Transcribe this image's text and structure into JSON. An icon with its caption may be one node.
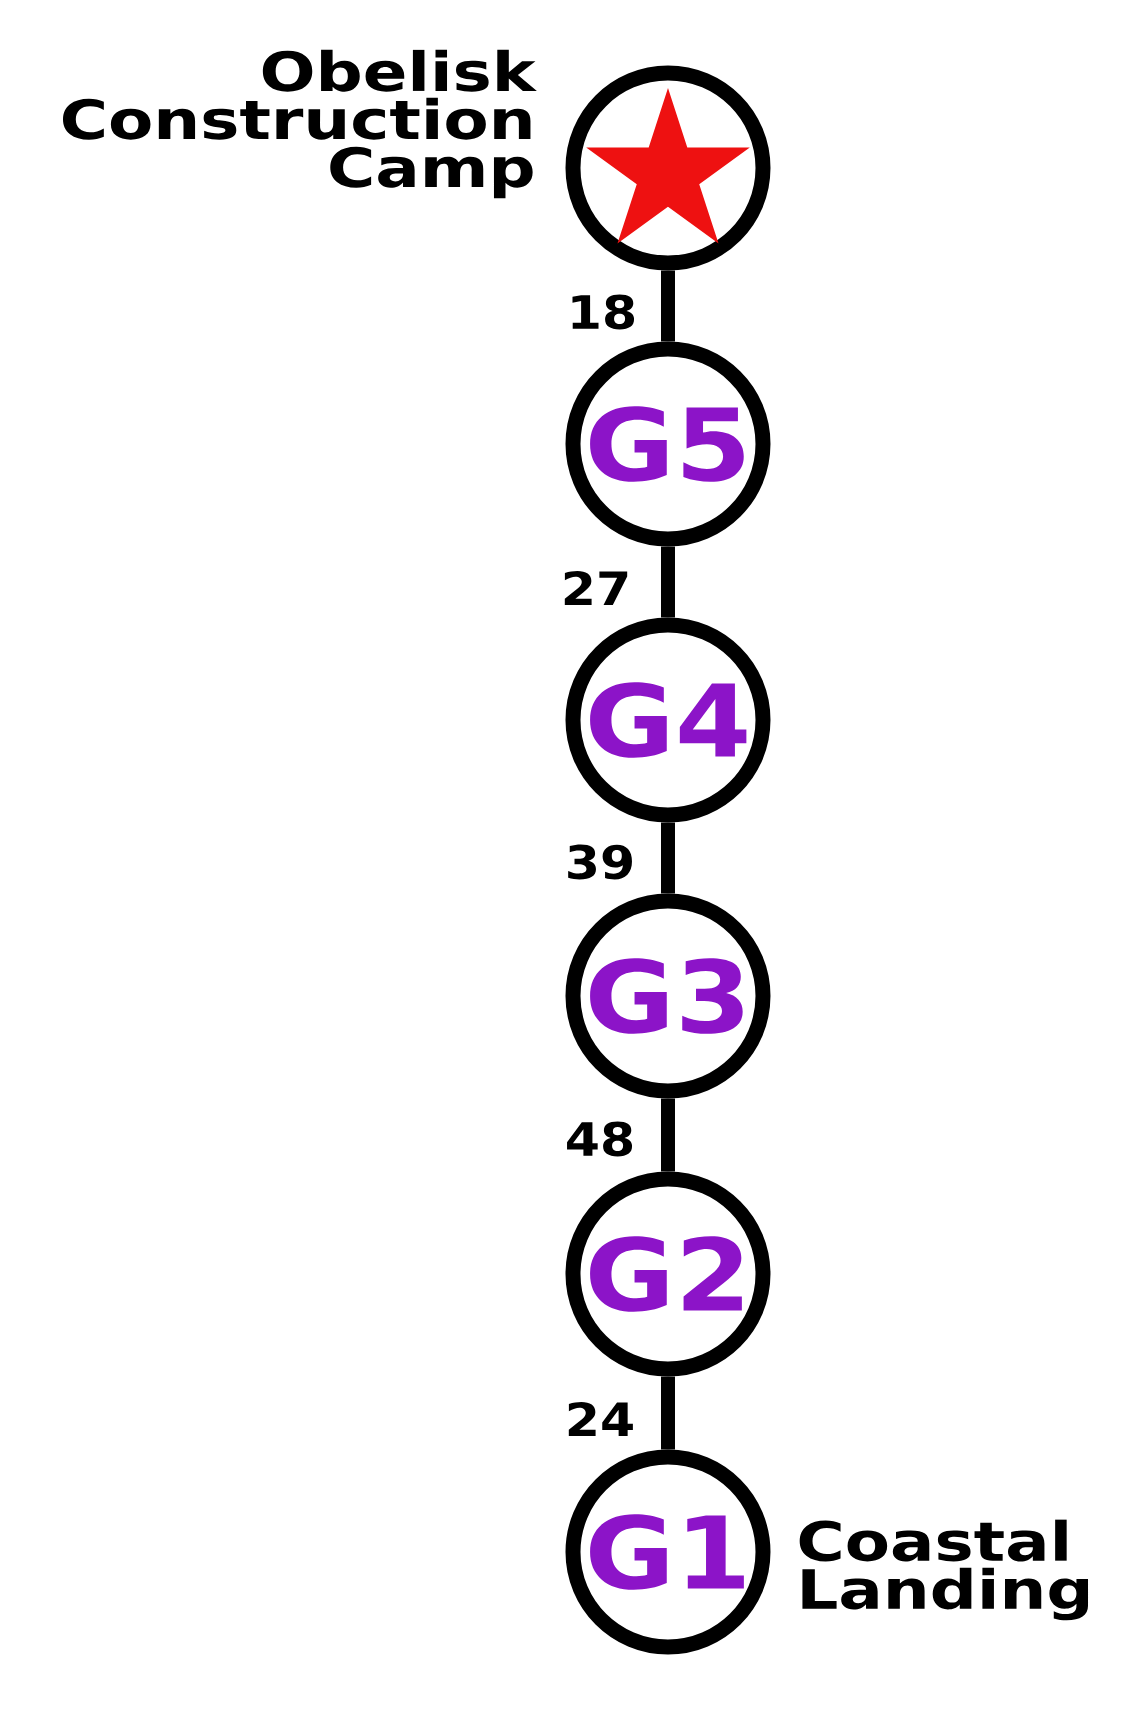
{
  "diagram": {
    "nodes": [
      {
        "text": [],
        "shape": "circle",
        "beside": [
          "Obelisk Construction Camp"
        ]
      },
      {
        "text": [
          "G5"
        ]
      },
      {
        "text": [
          "G4"
        ]
      },
      {
        "text": [
          "G3"
        ]
      },
      {
        "text": [
          "G2"
        ]
      },
      {
        "text": [
          "G1"
        ],
        "beside": [
          "Coastal Landing"
        ]
      }
    ],
    "edges": [
      {
        "from": 0,
        "to": 1,
        "arrow": "none",
        "label": "18"
      },
      {
        "from": 1,
        "to": 2,
        "arrow": "none",
        "label": "27"
      },
      {
        "from": 2,
        "to": 3,
        "arrow": "none",
        "label": "39"
      },
      {
        "from": 3,
        "to": 4,
        "arrow": "none",
        "label": "48"
      },
      {
        "from": 4,
        "to": 5,
        "arrow": "none",
        "label": "24"
      }
    ]
  }
}
